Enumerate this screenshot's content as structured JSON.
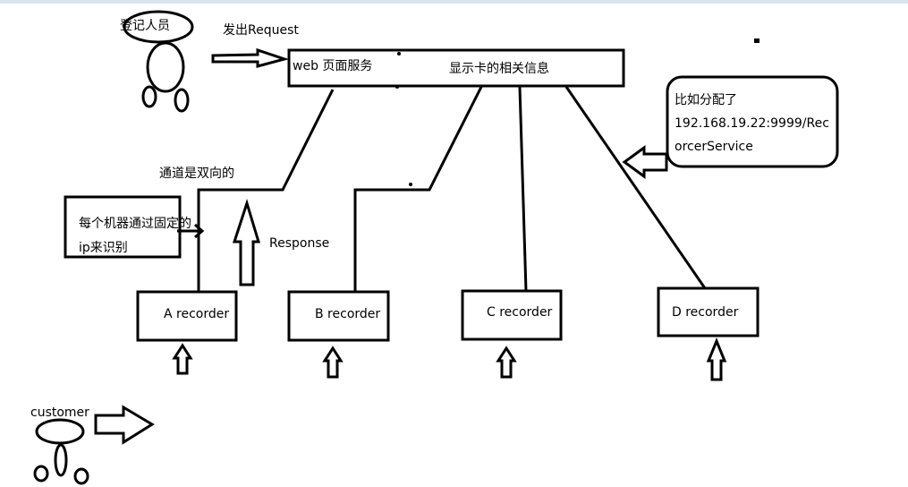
{
  "title_area": {
    "registrar_label": "登记人员",
    "request_label": "发出Request",
    "customer_label": "customer"
  },
  "server": {
    "label_left": "web 页面服务",
    "label_center": "显示卡的相关信息"
  },
  "note": {
    "line1": "比如分配了",
    "line2": "192.168.19.22:9999/Rec",
    "line3": "orcerService"
  },
  "channel_label": "通道是双向的",
  "response_label": "Response",
  "id_note": {
    "line1": "每个机器通过固定的",
    "line2": "ip来识别"
  },
  "recorders": [
    {
      "label": "A recorder"
    },
    {
      "label": "B recorder"
    },
    {
      "label": "C recorder"
    },
    {
      "label": "D recorder"
    }
  ]
}
